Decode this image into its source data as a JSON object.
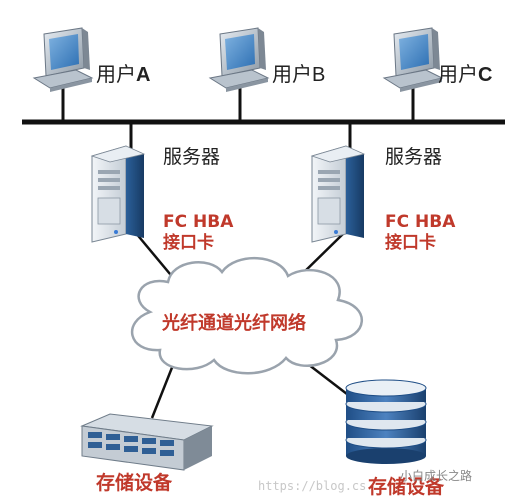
{
  "users": [
    {
      "name": "用户",
      "suffix": "A",
      "icon": "desktop-computer-icon"
    },
    {
      "name": "用户",
      "suffix": "B",
      "icon": "desktop-computer-icon"
    },
    {
      "name": "用户",
      "suffix": "C",
      "icon": "desktop-computer-icon"
    }
  ],
  "servers": [
    {
      "label": "服务器",
      "hba_line1": "FC HBA",
      "hba_line2": "接口卡",
      "icon": "server-tower-icon"
    },
    {
      "label": "服务器",
      "hba_line1": "FC HBA",
      "hba_line2": "接口卡",
      "icon": "server-tower-icon"
    }
  ],
  "network": {
    "label": "光纤通道光纤网络",
    "icon": "cloud-icon"
  },
  "storage": [
    {
      "label": "存储设备",
      "icon": "disk-array-icon"
    },
    {
      "label": "存储设备",
      "icon": "disk-stack-icon"
    }
  ],
  "watermark": {
    "url": "https://blog.cs",
    "account": "小白成长之路"
  },
  "colors": {
    "accent": "#c0392b",
    "bus": "#111111",
    "cloud_stroke": "#9aa3ad"
  }
}
